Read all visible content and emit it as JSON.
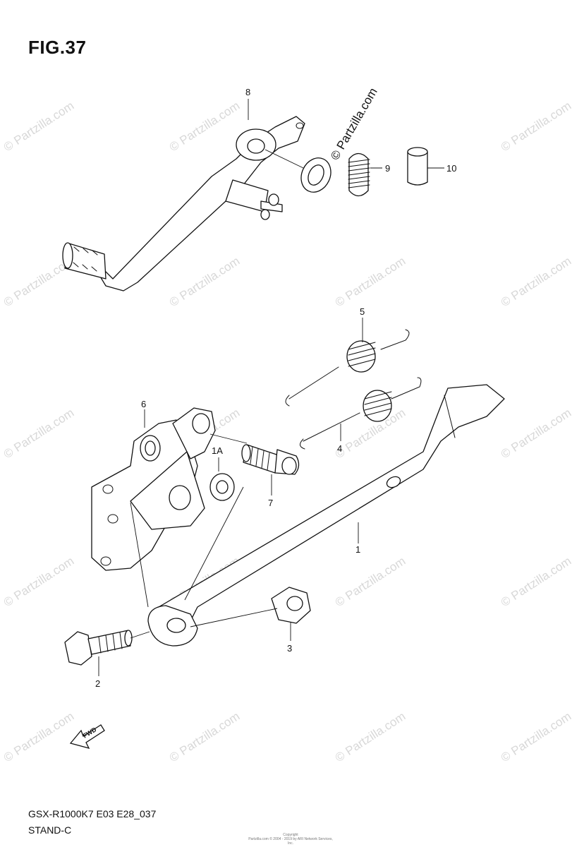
{
  "figure": {
    "title": "FIG.37"
  },
  "watermark": {
    "text": "© Partzilla.com",
    "prominent_text": "© Partzilla.com"
  },
  "callouts": [
    {
      "id": "8",
      "label": "8"
    },
    {
      "id": "9",
      "label": "9"
    },
    {
      "id": "10",
      "label": "10"
    },
    {
      "id": "5",
      "label": "5"
    },
    {
      "id": "6",
      "label": "6"
    },
    {
      "id": "1A",
      "label": "1A"
    },
    {
      "id": "4",
      "label": "4"
    },
    {
      "id": "7",
      "label": "7"
    },
    {
      "id": "1",
      "label": "1"
    },
    {
      "id": "3",
      "label": "3"
    },
    {
      "id": "2",
      "label": "2"
    }
  ],
  "direction_arrow": {
    "label": "FWD",
    "icon": "fwd-arrow-icon"
  },
  "footer": {
    "model_code": "GSX-R1000K7 E03 E28_037",
    "section_name": "STAND-C",
    "copyright_line1": "Copyright",
    "copyright_line2": "Partzilla.com © 2004 - 2019 by ARI Network Services, Inc."
  }
}
